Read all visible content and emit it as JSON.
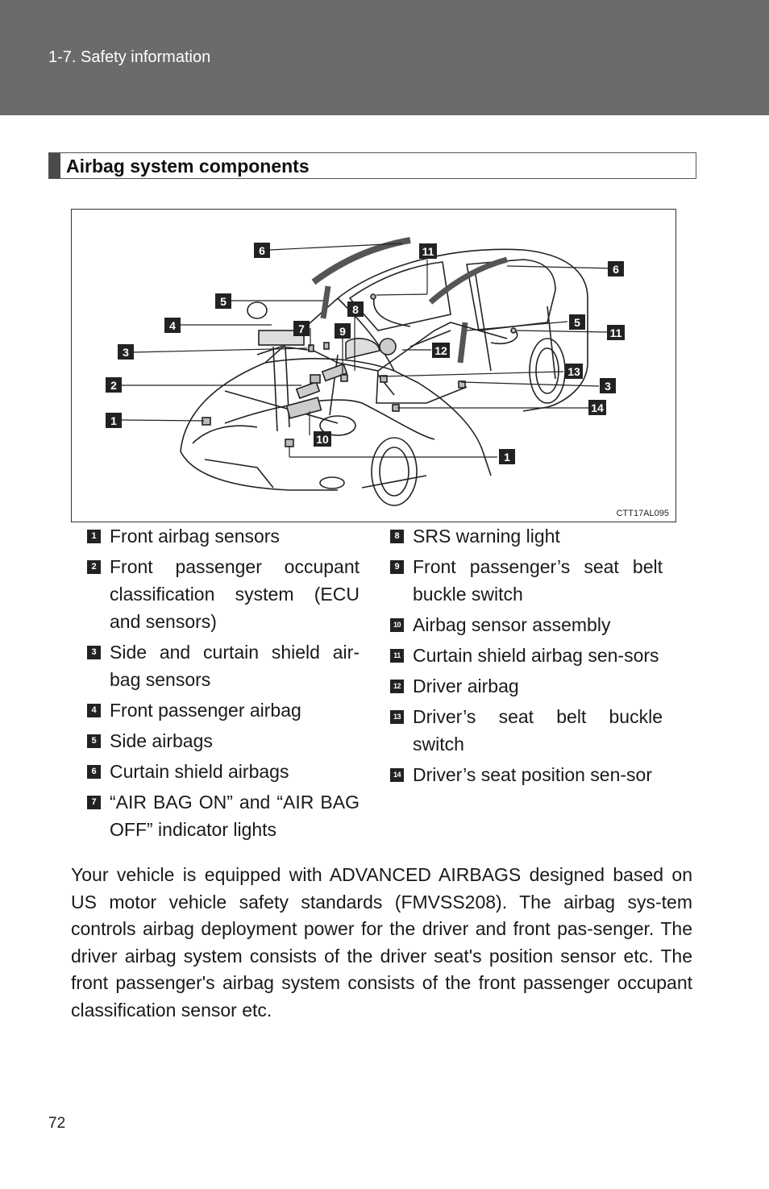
{
  "header": {
    "section": "1-7. Safety information"
  },
  "section": {
    "title": "Airbag system components"
  },
  "figure": {
    "code": "CTT17AL095",
    "callouts": [
      "6",
      "11",
      "6",
      "5",
      "8",
      "4",
      "7",
      "9",
      "5",
      "11",
      "3",
      "12",
      "2",
      "13",
      "3",
      "14",
      "1",
      "10",
      "1"
    ]
  },
  "legend": {
    "left": [
      {
        "num": "1",
        "text": "Front airbag sensors"
      },
      {
        "num": "2",
        "text": "Front passenger occupant classification system (ECU and sensors)"
      },
      {
        "num": "3",
        "text": "Side and curtain shield air-bag sensors"
      },
      {
        "num": "4",
        "text": "Front passenger airbag"
      },
      {
        "num": "5",
        "text": "Side airbags"
      },
      {
        "num": "6",
        "text": "Curtain shield airbags"
      },
      {
        "num": "7",
        "text": "“AIR BAG ON” and “AIR BAG OFF” indicator lights"
      }
    ],
    "right": [
      {
        "num": "8",
        "text": "SRS warning light"
      },
      {
        "num": "9",
        "text": "Front passenger’s seat belt buckle switch"
      },
      {
        "num": "10",
        "text": "Airbag sensor assembly"
      },
      {
        "num": "11",
        "text": "Curtain shield airbag sen-sors"
      },
      {
        "num": "12",
        "text": "Driver airbag"
      },
      {
        "num": "13",
        "text": "Driver’s seat belt buckle switch"
      },
      {
        "num": "14",
        "text": "Driver’s seat position sen-sor"
      }
    ]
  },
  "paragraph": "Your vehicle is equipped with ADVANCED AIRBAGS designed based on US motor vehicle safety standards (FMVSS208). The airbag sys-tem controls airbag deployment power for the driver and front pas-senger. The driver airbag system consists of the driver seat's position sensor etc. The front passenger's airbag system consists of the front passenger occupant classification sensor etc.",
  "page_number": "72"
}
